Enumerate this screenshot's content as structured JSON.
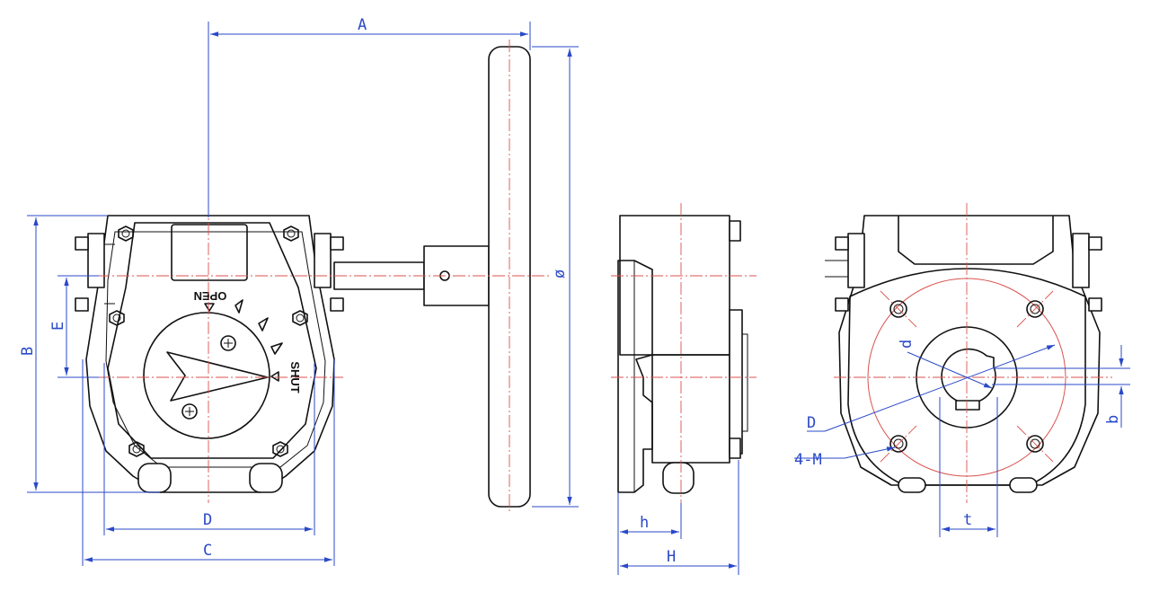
{
  "colors": {
    "outline": "#111111",
    "centerline": "#d9534f",
    "dimension": "#2a49c8",
    "background": "#ffffff"
  },
  "dimensions": {
    "A": "A",
    "B": "B",
    "C": "C",
    "D_front": "D",
    "E": "E",
    "phi": "ø",
    "h": "h",
    "H": "H",
    "d": "d",
    "D_bottom": "D",
    "bolts": "4-M",
    "t": "t",
    "b": "b"
  },
  "labels": {
    "open": "OPEN",
    "shut": "SHUT"
  },
  "icons": {
    "indicator_arrow": "arrow-indicator-icon",
    "screw": "screw-plus-icon"
  }
}
